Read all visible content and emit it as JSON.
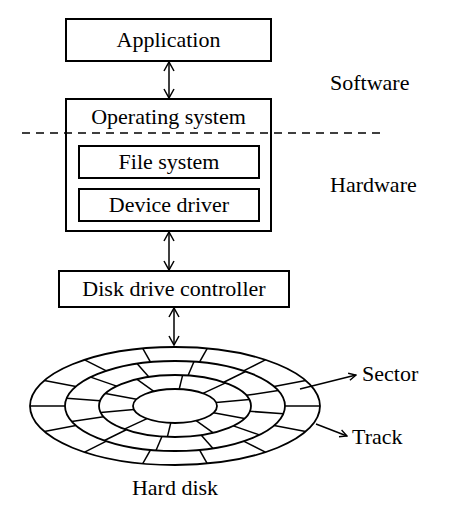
{
  "diagram": {
    "nodes": [
      {
        "text": [
          "Application"
        ]
      },
      {
        "text": [
          "Operating system"
        ]
      },
      {
        "text": [
          "File system"
        ],
        "in": 1
      },
      {
        "text": [
          "Device driver"
        ],
        "in": 1
      },
      {
        "text": [
          "Disk drive controller"
        ]
      },
      {
        "text": [
          "Hard disk"
        ]
      }
    ],
    "edges": [
      {
        "from": 0,
        "to": 1,
        "arrow": "both"
      },
      {
        "from": 1,
        "to": 4,
        "arrow": "both"
      },
      {
        "from": 4,
        "to": 5,
        "arrow": "both"
      }
    ],
    "labels": [
      "Software",
      "Hardware",
      "Sector",
      "Track"
    ]
  }
}
